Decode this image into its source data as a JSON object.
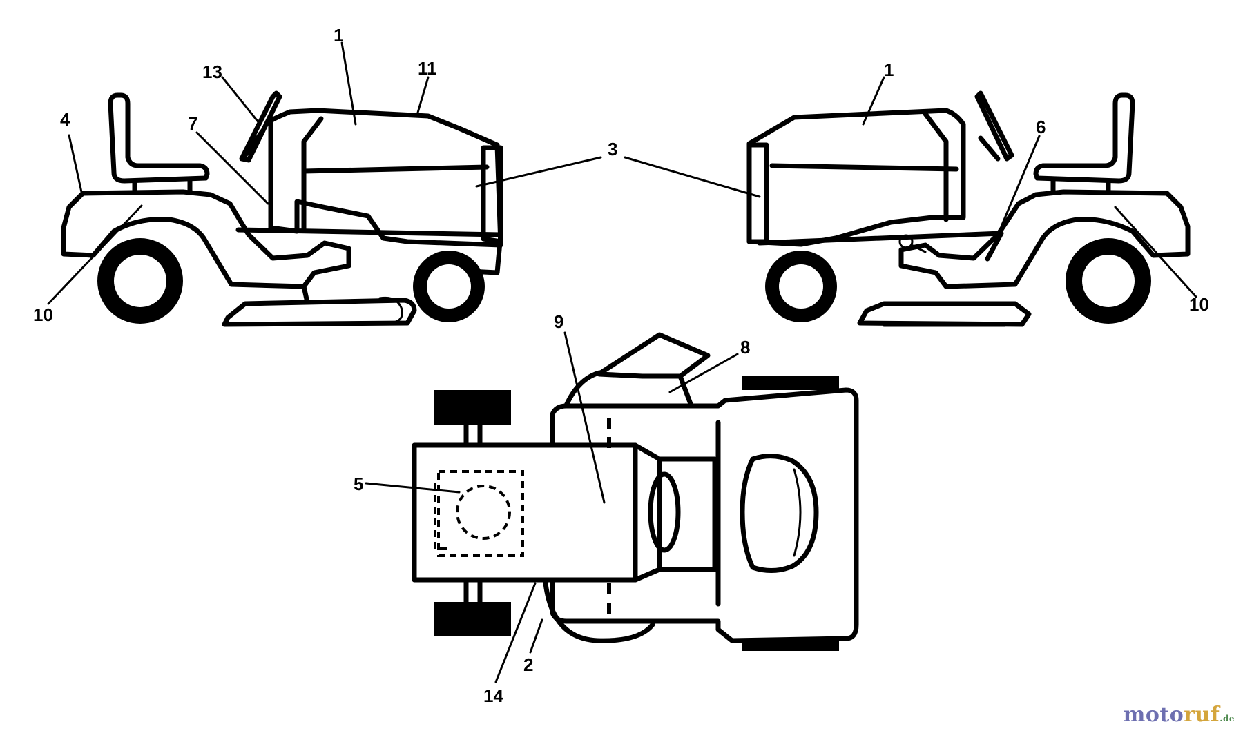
{
  "callouts": {
    "c1_left": "1",
    "c11": "11",
    "c13": "13",
    "c4": "4",
    "c7": "7",
    "c10_left": "10",
    "c3": "3",
    "c1_right": "1",
    "c6": "6",
    "c10_right": "10",
    "c9": "9",
    "c8": "8",
    "c5": "5",
    "c2": "2",
    "c14": "14"
  },
  "watermark": {
    "part_a": "moto",
    "part_b": "ruf",
    "part_c": ".de"
  }
}
